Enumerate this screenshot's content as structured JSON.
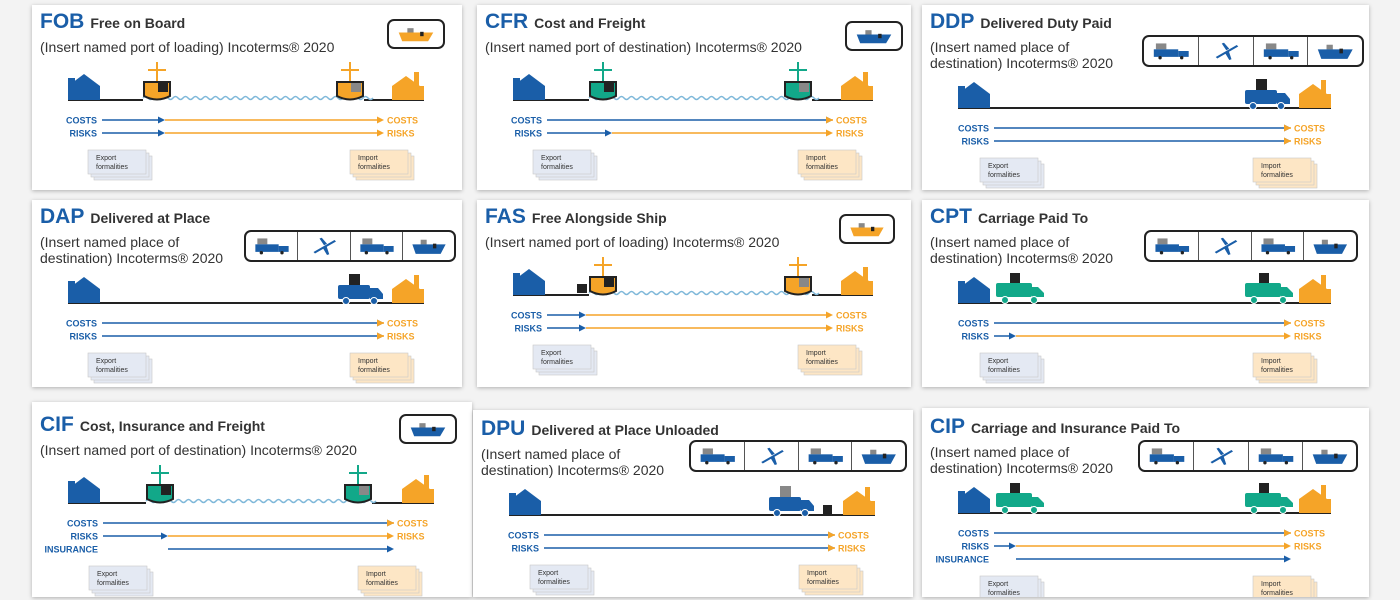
{
  "colors": {
    "seller": "#1a5ea8",
    "buyer": "#f5a428",
    "carrier": "#12a889",
    "wave": "#7fb8d9"
  },
  "labels": {
    "costs": "COSTS",
    "risks": "RISKS",
    "insurance": "INSURANCE",
    "export_line1": "Export",
    "export_line2": "formalities",
    "import_line1": "Import",
    "import_line2": "formalities"
  },
  "mode_icons": [
    "truck-icon",
    "plane-icon",
    "cargo-truck-icon",
    "ship-icon"
  ],
  "terms": [
    {
      "code": "FOB",
      "name": "Free on Board",
      "subtitle_lines": [
        "(Insert named port of loading) Incoterms® 2020"
      ],
      "transport": "sea",
      "scenario": "ship-at-origin",
      "icon_set": "ship",
      "insurance": false
    },
    {
      "code": "CFR",
      "name": "Cost and Freight",
      "subtitle_lines": [
        "(Insert named port of destination) Incoterms® 2020"
      ],
      "transport": "sea",
      "scenario": "ship-origin-to-destination",
      "icon_set": "ship",
      "insurance": false
    },
    {
      "code": "DDP",
      "name": "Delivered Duty Paid",
      "subtitle_lines": [
        "(Insert named place of",
        "destination) Incoterms® 2020"
      ],
      "transport": "any-mode",
      "scenario": "delivered-at-destination",
      "icon_set": "all-modes",
      "insurance": false
    },
    {
      "code": "DAP",
      "name": "Delivered at Place",
      "subtitle_lines": [
        "(Insert named place of",
        "destination) Incoterms® 2020"
      ],
      "transport": "any-mode",
      "scenario": "delivered-at-destination",
      "icon_set": "all-modes",
      "insurance": false
    },
    {
      "code": "FAS",
      "name": "Free Alongside Ship",
      "subtitle_lines": [
        "(Insert named port of loading) Incoterms® 2020"
      ],
      "transport": "sea",
      "scenario": "alongside-ship-at-origin",
      "icon_set": "ship",
      "insurance": false
    },
    {
      "code": "CPT",
      "name": "Carriage Paid To",
      "subtitle_lines": [
        "(Insert named place of",
        "destination) Incoterms® 2020"
      ],
      "transport": "any-mode",
      "scenario": "first-carrier-to-destination",
      "icon_set": "all-modes",
      "insurance": false
    },
    {
      "code": "CIF",
      "name": "Cost, Insurance and Freight",
      "subtitle_lines": [
        "(Insert named port of destination) Incoterms® 2020"
      ],
      "transport": "sea",
      "scenario": "ship-origin-to-destination",
      "icon_set": "ship",
      "insurance": true
    },
    {
      "code": "DPU",
      "name": "Delivered at Place Unloaded",
      "subtitle_lines": [
        "(Insert named place of",
        "destination) Incoterms® 2020"
      ],
      "transport": "any-mode",
      "scenario": "unloaded-at-destination",
      "icon_set": "all-modes",
      "insurance": false
    },
    {
      "code": "CIP",
      "name": "Carriage and Insurance Paid To",
      "subtitle_lines": [
        "(Insert named place of",
        "destination) Incoterms® 2020"
      ],
      "transport": "any-mode",
      "scenario": "first-carrier-to-destination",
      "icon_set": "all-modes",
      "insurance": true
    }
  ]
}
